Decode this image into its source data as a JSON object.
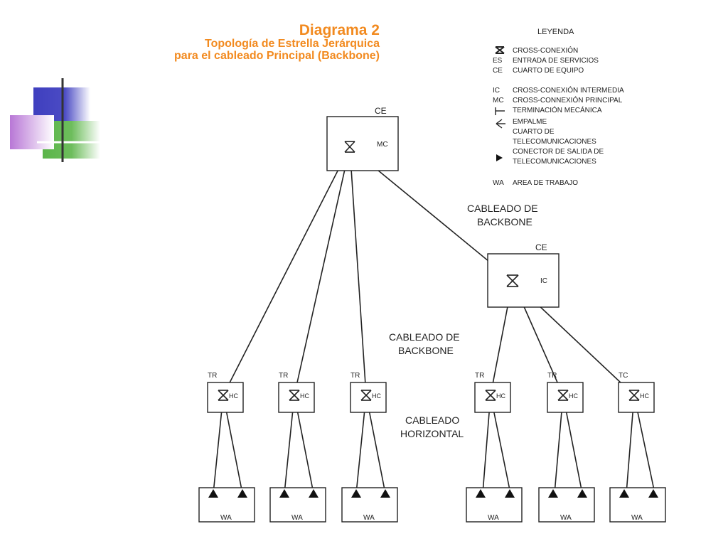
{
  "title": {
    "line1": "Diagrama 2",
    "line2": "Topología de Estrella Jerárquica",
    "line3": "para el cableado Principal (Backbone)"
  },
  "colors": {
    "title": "#f28a1f",
    "deco_blue": "#3f3fbf",
    "deco_purple": "#b877d6",
    "deco_green": "#5bb54a"
  },
  "legend": {
    "heading": "LEYENDA",
    "items": [
      {
        "symbol": "cross-connect-icon",
        "abbr": "",
        "text": "CROSS-CONEXIÓN"
      },
      {
        "symbol": "",
        "abbr": "ES",
        "text": "ENTRADA DE SERVICIOS"
      },
      {
        "symbol": "",
        "abbr": "CE",
        "text": "CUARTO DE EQUIPO"
      },
      {
        "symbol": "",
        "abbr": "IC",
        "text": "CROSS-CONEXIÓN INTERMEDIA"
      },
      {
        "symbol": "",
        "abbr": "MC",
        "text": "CROSS-CONNEXIÓN PRINCIPAL"
      },
      {
        "symbol": "termination-icon",
        "abbr": "",
        "text": "TERMINACIÓN MECÁNICA"
      },
      {
        "symbol": "splice-icon",
        "abbr": "",
        "text": "EMPALME"
      },
      {
        "symbol": "",
        "abbr": "",
        "text": "CUARTO DE"
      },
      {
        "symbol": "",
        "abbr": "",
        "text": "TELECOMUNICACIONES"
      },
      {
        "symbol": "outlet-icon",
        "abbr": "",
        "text": "CONECTOR DE SALIDA DE"
      },
      {
        "symbol": "",
        "abbr": "",
        "text": "TELECOMUNICACIONES"
      },
      {
        "symbol": "",
        "abbr": "WA",
        "text": "AREA DE TRABAJO"
      }
    ]
  },
  "diagram": {
    "main_room": {
      "room_label": "CE",
      "node_label": "MC"
    },
    "intermediate_room": {
      "room_label": "CE",
      "node_label": "IC"
    },
    "annotations": {
      "backbone_upper": [
        "CABLEADO DE",
        "BACKBONE"
      ],
      "backbone_lower": [
        "CABLEADO DE",
        "BACKBONE"
      ],
      "horizontal": [
        "CABLEADO",
        "HORIZONTAL"
      ]
    },
    "closets": [
      {
        "room_label": "TR",
        "node_label": "HC",
        "area_label": "WA"
      },
      {
        "room_label": "TR",
        "node_label": "HC",
        "area_label": "WA"
      },
      {
        "room_label": "TR",
        "node_label": "HC",
        "area_label": "WA"
      },
      {
        "room_label": "TR",
        "node_label": "HC",
        "area_label": "WA"
      },
      {
        "room_label": "TR",
        "node_label": "HC",
        "area_label": "WA"
      },
      {
        "room_label": "TC",
        "node_label": "HC",
        "area_label": "WA"
      }
    ]
  }
}
